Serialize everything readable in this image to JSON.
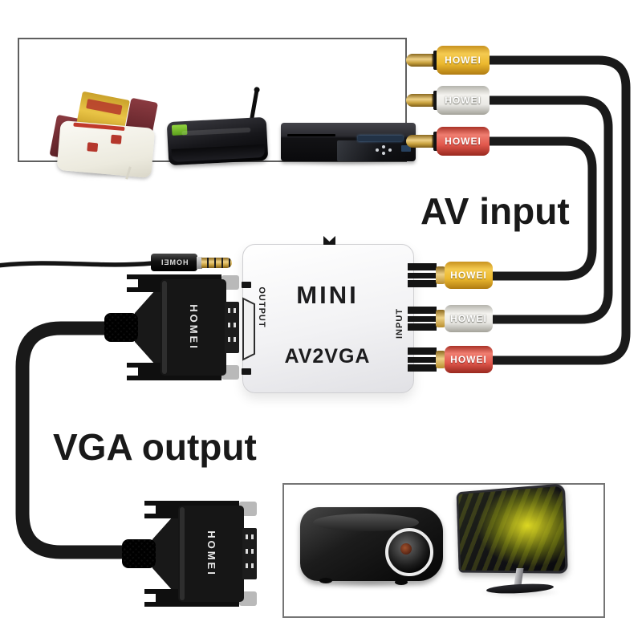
{
  "title_labels": {
    "av_input": "AV input",
    "vga_output": "VGA output"
  },
  "converter": {
    "logo": "MINI",
    "model": "AV2VGA",
    "left_label": "OUTPUT",
    "right_label": "INPUT",
    "body_color": "#f2f2f4"
  },
  "cables": {
    "rca_brand": "HOWEI",
    "vga_brand": "HOMEI",
    "audio_brand": "HOMEI",
    "cable_color": "#1a1a1a",
    "gold_color": "#c9a23f",
    "plug_colors": {
      "yellow": "#ecb92f",
      "white": "#e9e8e4",
      "red": "#e2584d"
    },
    "top_plugs": [
      "yellow",
      "white",
      "red"
    ],
    "input_plugs": [
      "yellow",
      "white",
      "red"
    ]
  },
  "source_box": {
    "border_color": "#5f5f5f",
    "devices": [
      "game-console",
      "tv-box",
      "dvd-player"
    ]
  },
  "output_box": {
    "border_color": "#757575",
    "devices": [
      "projector",
      "monitor"
    ]
  }
}
